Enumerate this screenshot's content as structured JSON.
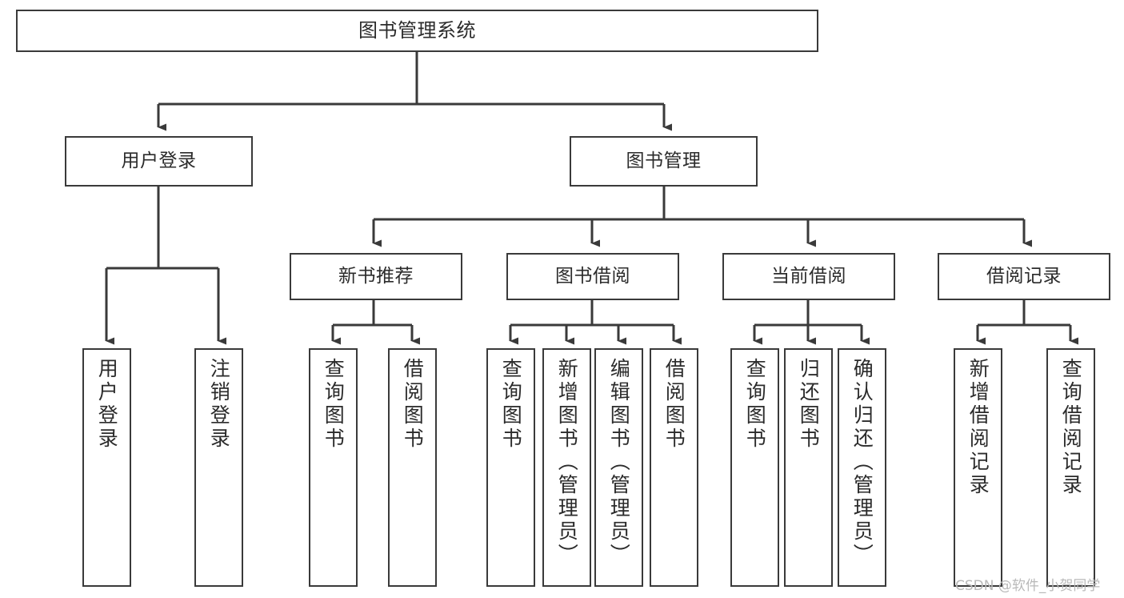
{
  "diagram": {
    "title": "图书管理系统",
    "type": "tree-hierarchy",
    "orientation": "top-down",
    "colors": {
      "box_border": "#3a3a3a",
      "box_fill": "#ffffff",
      "connector": "#3a3a3a",
      "text": "#2b2b2b",
      "watermark": "#b9b9b9",
      "background": "#ffffff"
    },
    "nodes": {
      "root": {
        "label": "图书管理系统",
        "level": 1
      },
      "level2": [
        {
          "id": "user-login",
          "label": "用户登录"
        },
        {
          "id": "book-manage",
          "label": "图书管理"
        }
      ],
      "level3": [
        {
          "id": "new-book-recommend",
          "label": "新书推荐",
          "parent": "book-manage"
        },
        {
          "id": "book-borrow",
          "label": "图书借阅",
          "parent": "book-manage"
        },
        {
          "id": "current-borrow",
          "label": "当前借阅",
          "parent": "book-manage"
        },
        {
          "id": "borrow-record",
          "label": "借阅记录",
          "parent": "book-manage"
        }
      ],
      "leaves": [
        {
          "id": "leaf-user-login",
          "label": "用户登录",
          "parent": "user-login"
        },
        {
          "id": "leaf-logout-login",
          "label": "注销登录",
          "parent": "user-login"
        },
        {
          "id": "leaf-query-book-1",
          "label": "查询图书",
          "parent": "new-book-recommend"
        },
        {
          "id": "leaf-borrow-book-1",
          "label": "借阅图书",
          "parent": "new-book-recommend"
        },
        {
          "id": "leaf-query-book-2",
          "label": "查询图书",
          "parent": "book-borrow"
        },
        {
          "id": "leaf-add-book",
          "label": "新增图书（管理员）",
          "parent": "book-borrow"
        },
        {
          "id": "leaf-edit-book",
          "label": "编辑图书（管理员）",
          "parent": "book-borrow"
        },
        {
          "id": "leaf-borrow-book-2",
          "label": "借阅图书",
          "parent": "book-borrow"
        },
        {
          "id": "leaf-query-book-3",
          "label": "查询图书",
          "parent": "current-borrow"
        },
        {
          "id": "leaf-return-book",
          "label": "归还图书",
          "parent": "current-borrow"
        },
        {
          "id": "leaf-confirm-return",
          "label": "确认归还（管理员）",
          "parent": "current-borrow"
        },
        {
          "id": "leaf-add-record",
          "label": "新增借阅记录",
          "parent": "borrow-record"
        },
        {
          "id": "leaf-query-record",
          "label": "查询借阅记录",
          "parent": "borrow-record"
        }
      ]
    },
    "watermark": "CSDN @软件_小贺同学"
  }
}
